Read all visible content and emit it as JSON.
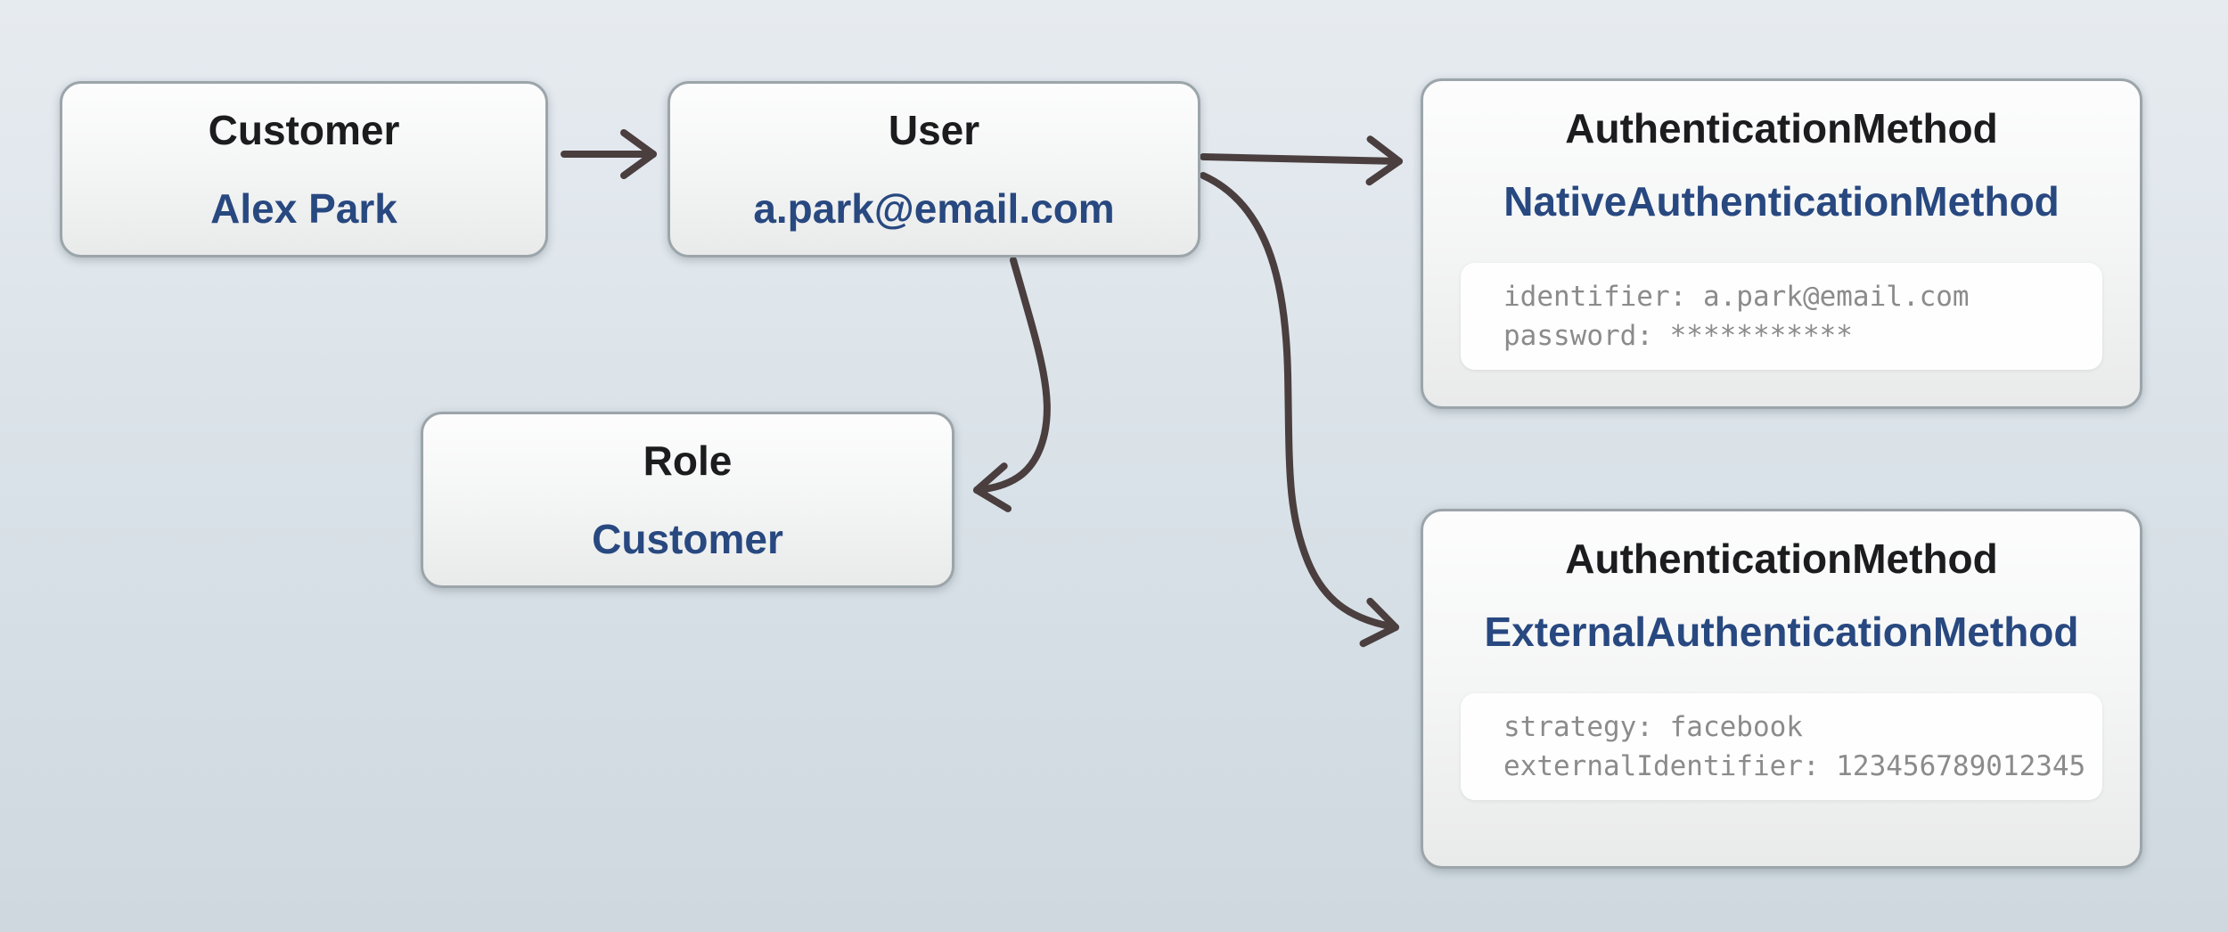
{
  "diagram": {
    "nodes": [
      {
        "id": "customer",
        "title": "Customer",
        "value": "Alex Park"
      },
      {
        "id": "user",
        "title": "User",
        "value": "a.park@email.com"
      },
      {
        "id": "role",
        "title": "Role",
        "value": "Customer"
      },
      {
        "id": "native_auth",
        "title": "AuthenticationMethod",
        "value": "NativeAuthenticationMethod",
        "attributes": [
          "identifier: a.park@email.com",
          "password: ***********"
        ]
      },
      {
        "id": "external_auth",
        "title": "AuthenticationMethod",
        "value": "ExternalAuthenticationMethod",
        "attributes": [
          "strategy: facebook",
          "externalIdentifier: 123456789012345"
        ]
      }
    ],
    "edges": [
      {
        "from": "customer",
        "to": "user"
      },
      {
        "from": "user",
        "to": "native_auth"
      },
      {
        "from": "user",
        "to": "role"
      },
      {
        "from": "user",
        "to": "external_auth"
      }
    ],
    "colors": {
      "entity_title": "#1c1c1e",
      "entity_value_blue": "#284880",
      "attribute_gray": "#8b8b8b",
      "arrow": "#4a3e3e",
      "box_border": "#9ba5aa",
      "background_top": "#e6ebef",
      "background_bottom": "#ced8de"
    }
  }
}
